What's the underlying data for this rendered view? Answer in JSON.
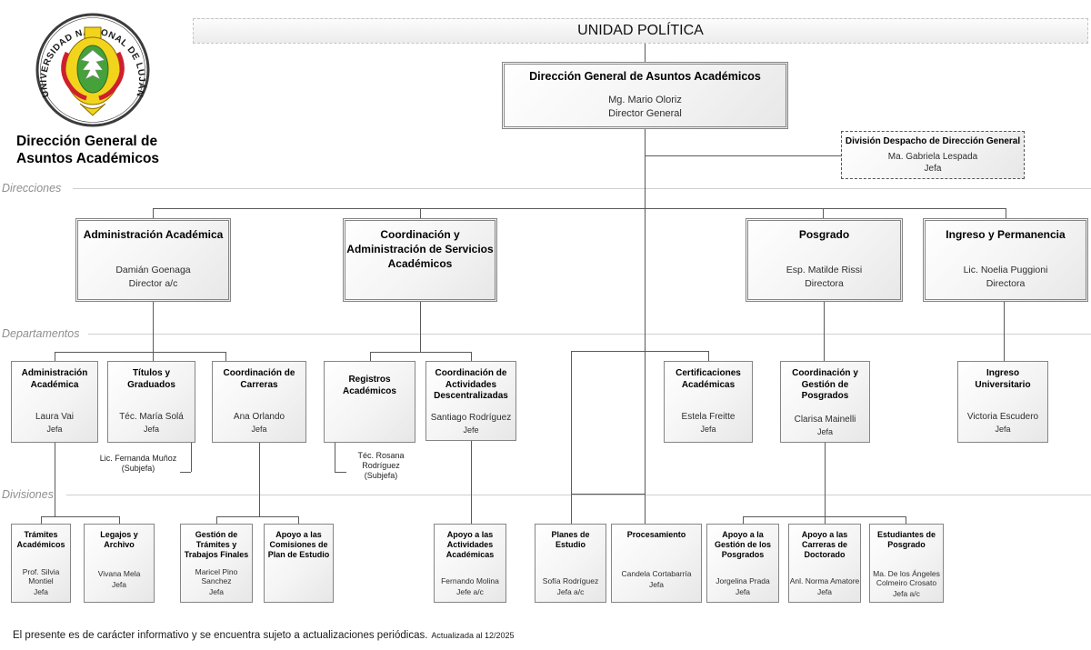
{
  "header": {
    "banner": "UNIDAD POLÍTICA",
    "seal_text": "UNIVERSIDAD NACIONAL DE LUJÁN",
    "logo_title_line1": "Dirección General de",
    "logo_title_line2": "Asuntos Académicos"
  },
  "sections": {
    "direcciones": "Direcciones",
    "departamentos": "Departamentos",
    "divisiones": "Divisiones"
  },
  "org": {
    "main": {
      "title": "Dirección General de Asuntos Académicos",
      "name": "Mg. Mario Oloriz",
      "role": "Director General"
    },
    "despacho": {
      "title": "División Despacho de Dirección General",
      "name": "Ma. Gabriela Lespada",
      "role": "Jefa"
    },
    "direcciones": [
      {
        "title": "Administración Académica",
        "name": "Damián Goenaga",
        "role": "Director a/c"
      },
      {
        "title": "Coordinación y Administración de Servicios Académicos",
        "name": "",
        "role": ""
      },
      {
        "title": "Posgrado",
        "name": "Esp. Matilde Rissi",
        "role": "Directora"
      },
      {
        "title": "Ingreso y Permanencia",
        "name": "Lic. Noelia Puggioni",
        "role": "Directora"
      }
    ],
    "departamentos": [
      {
        "title": "Administración Académica",
        "name": "Laura Vai",
        "role": "Jefa"
      },
      {
        "title": "Títulos y Graduados",
        "name": "Téc. María Solá",
        "role": "Jefa"
      },
      {
        "title": "Coordinación de Carreras",
        "name": "Ana Orlando",
        "role": "Jefa"
      },
      {
        "title": "Registros Académicos",
        "name": "",
        "role": ""
      },
      {
        "title": "Coordinación de Actividades Descentralizadas",
        "name": "Santiago Rodríguez",
        "role": "Jefe"
      },
      {
        "title": "Certificaciones Académicas",
        "name": "Estela Freitte",
        "role": "Jefa"
      },
      {
        "title": "Coordinación y Gestión de Posgrados",
        "name": "Clarisa Mainelli",
        "role": "Jefa"
      },
      {
        "title": "Ingreso Universitario",
        "name": "Victoria Escudero",
        "role": "Jefa"
      }
    ],
    "subjefas": [
      {
        "text": "Lic. Fernanda Muñoz (Subjefa)"
      },
      {
        "text": "Téc. Rosana Rodríguez (Subjefa)"
      }
    ],
    "divisiones": [
      {
        "title": "Trámites Académicos",
        "name": "Prof. Silvia Montiel",
        "role": "Jefa"
      },
      {
        "title": "Legajos y Archivo",
        "name": "Vivana Mela",
        "role": "Jefa"
      },
      {
        "title": "Gestión de Trámites y Trabajos Finales",
        "name": "Maricel Pino Sanchez",
        "role": "Jefa"
      },
      {
        "title": "Apoyo a las Comisiones de Plan de Estudio",
        "name": "",
        "role": ""
      },
      {
        "title": "Apoyo a las Actividades Académicas",
        "name": "Fernando Molina",
        "role": "Jefe a/c"
      },
      {
        "title": "Planes de Estudio",
        "name": "Sofía Rodríguez",
        "role": "Jefa a/c"
      },
      {
        "title": "Procesamiento",
        "name": "Candela Cortabarría",
        "role": "Jefa"
      },
      {
        "title": "Apoyo a la Gestión de los Posgrados",
        "name": "Jorgelina Prada",
        "role": "Jefa"
      },
      {
        "title": "Apoyo a las Carreras de Doctorado",
        "name": "Anl. Norma Amatore",
        "role": "Jefa"
      },
      {
        "title": "Estudiantes de Posgrado",
        "name": "Ma. De los Ángeles Colmeiro Crosato",
        "role": "Jefa a/c"
      }
    ]
  },
  "footer": {
    "note": "El presente es de carácter informativo y se encuentra sujeto a actualizaciones periódicas.",
    "updated": "Actualizada al 12/2025"
  }
}
